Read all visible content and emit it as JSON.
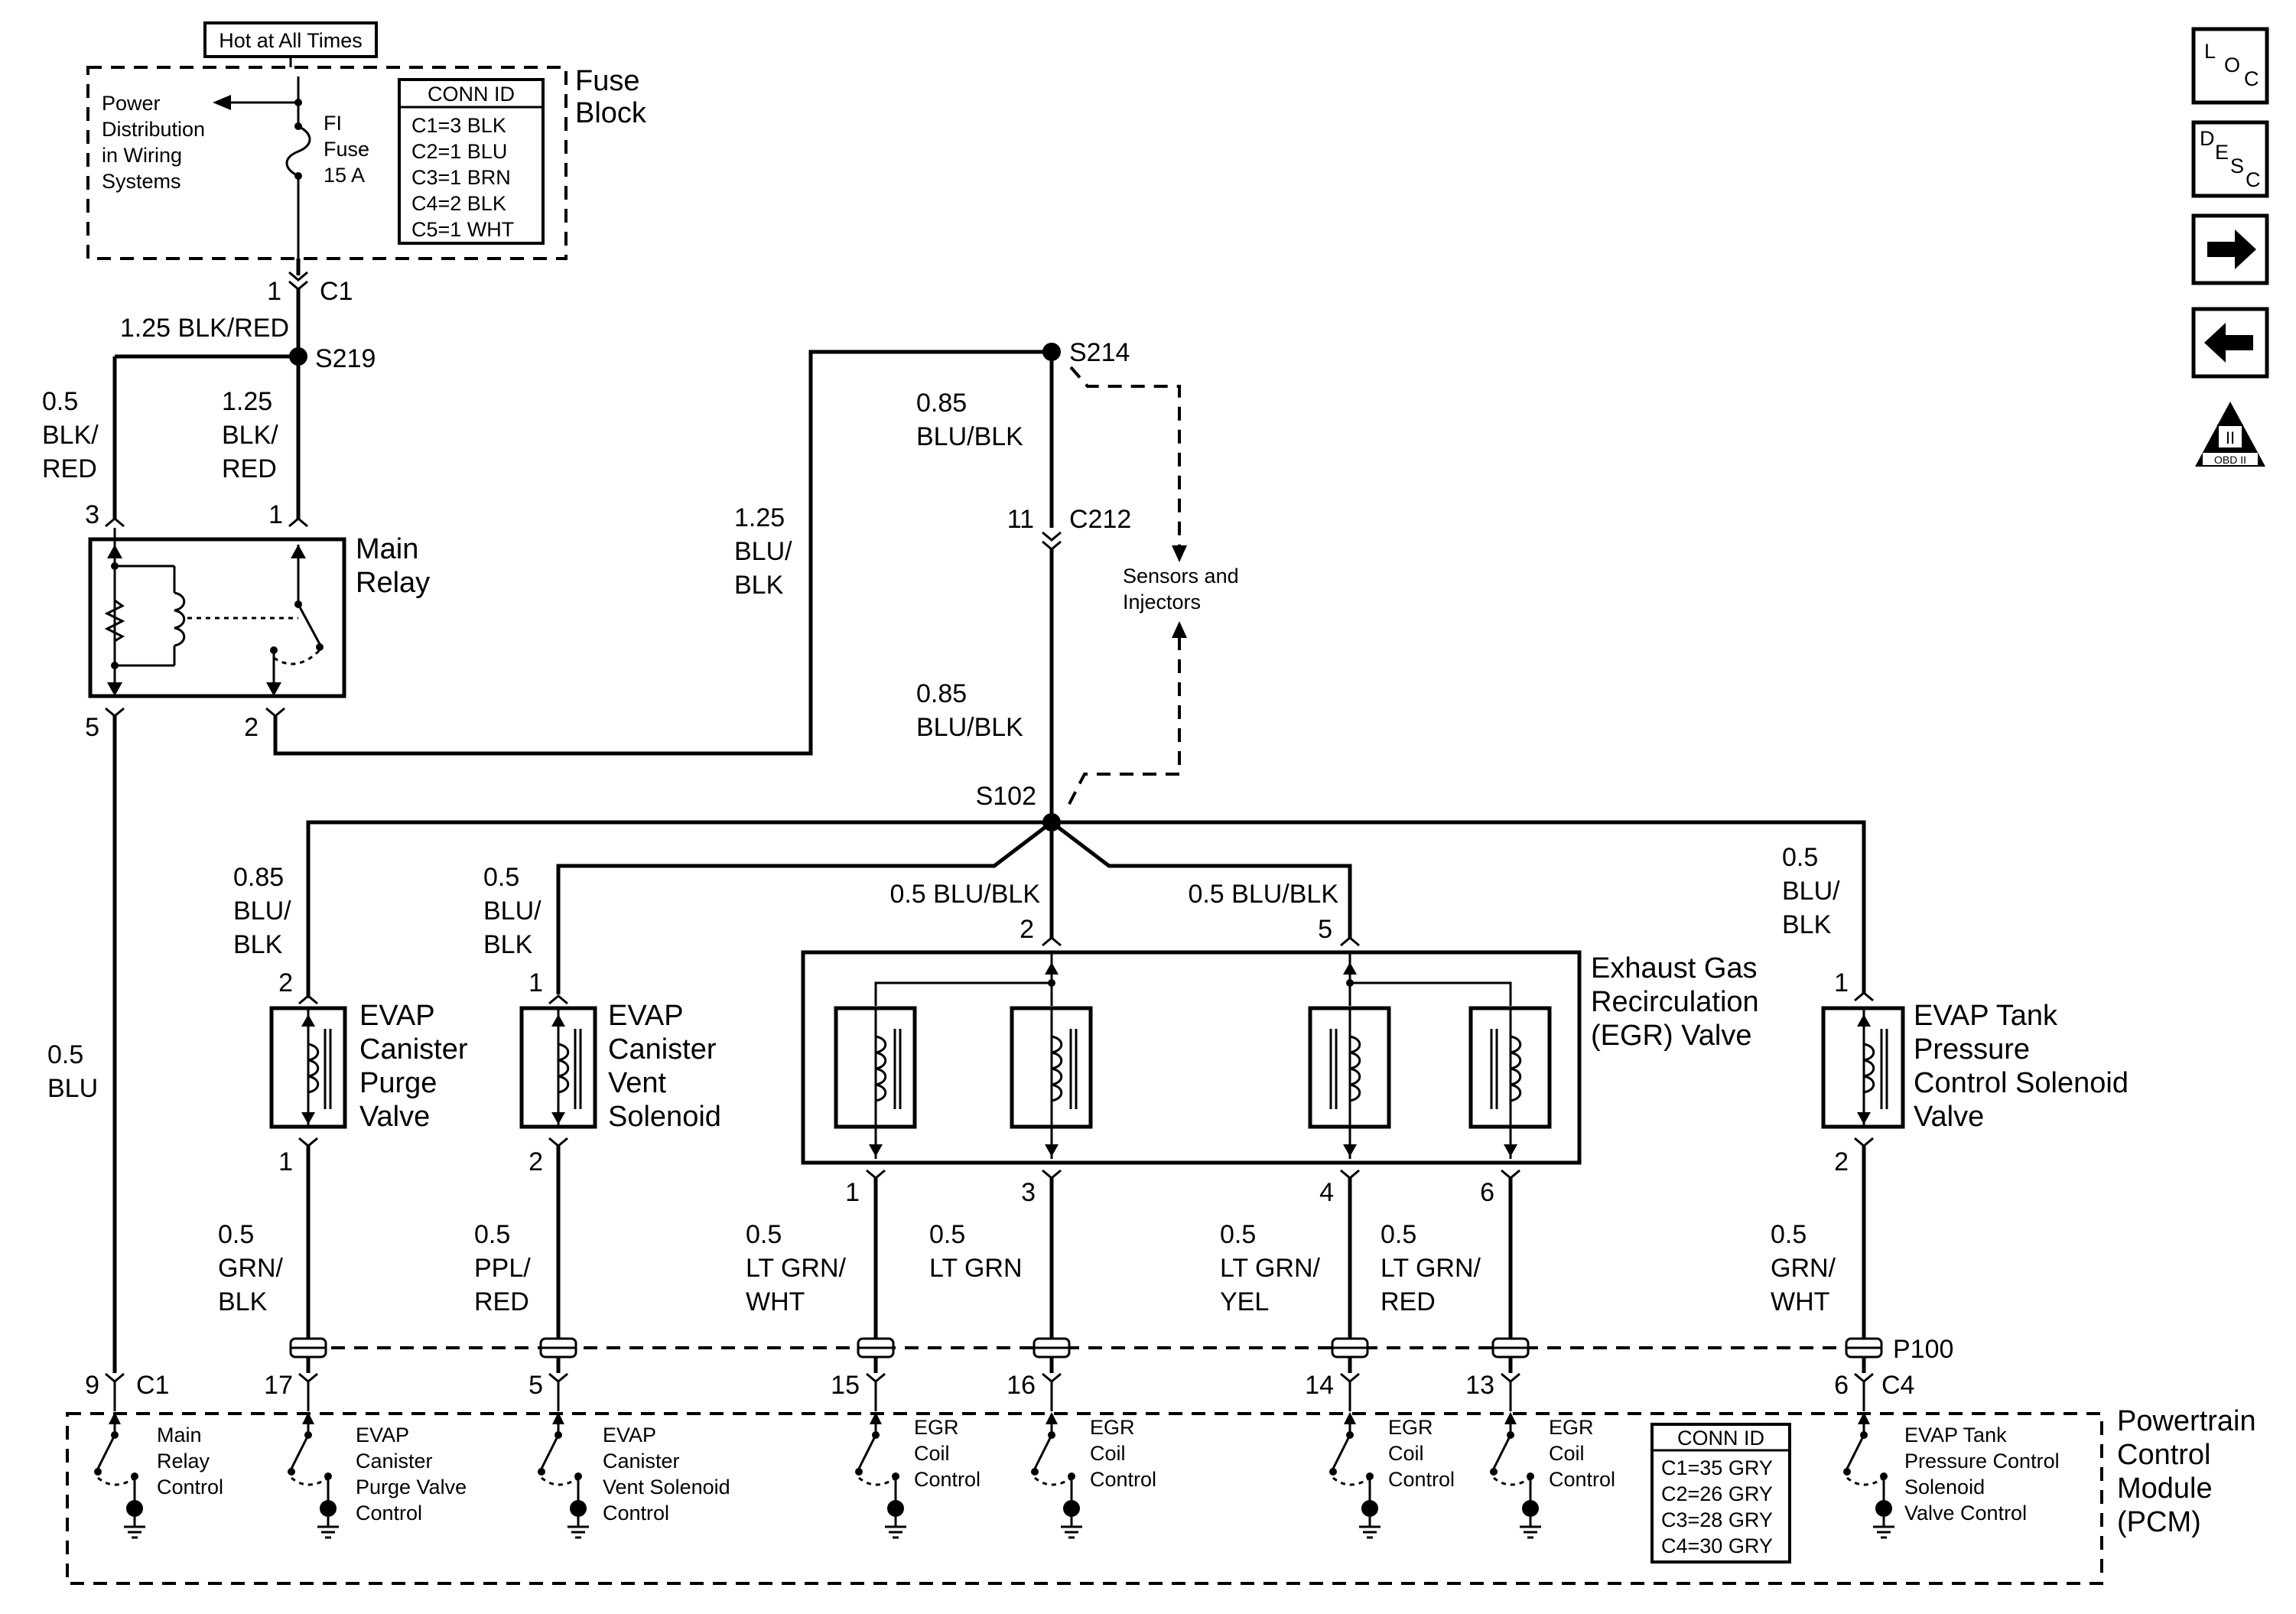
{
  "fuse_block": {
    "hot_label": "Hot at All Times",
    "title_line1": "Fuse",
    "title_line2": "Block",
    "power_dist": [
      "Power",
      "Distribution",
      "in Wiring",
      "Systems"
    ],
    "fuse": [
      "FI",
      "Fuse",
      "15 A"
    ],
    "conn_id_title": "CONN ID",
    "conn_ids": [
      "C1=3 BLK",
      "C2=1 BLU",
      "C3=1 BRN",
      "C4=2 BLK",
      "C5=1 WHT"
    ]
  },
  "pcm": {
    "title": [
      "Powertrain",
      "Control",
      "Module",
      "(PCM)"
    ],
    "conn_id_title": "CONN ID",
    "conn_ids": [
      "C1=35 GRY",
      "C2=26 GRY",
      "C3=28 GRY",
      "C4=30 GRY"
    ],
    "drivers": [
      [
        "Main",
        "Relay",
        "Control"
      ],
      [
        "EVAP",
        "Canister",
        "Purge Valve",
        "Control"
      ],
      [
        "EVAP",
        "Canister",
        "Vent Solenoid",
        "Control"
      ],
      [
        "EGR",
        "Coil",
        "Control"
      ],
      [
        "EGR",
        "Coil",
        "Control"
      ],
      [
        "EGR",
        "Coil",
        "Control"
      ],
      [
        "EGR",
        "Coil",
        "Control"
      ],
      [
        "EVAP Tank",
        "Pressure Control",
        "Solenoid",
        "Valve Control"
      ]
    ],
    "pins": [
      "9",
      "17",
      "5",
      "15",
      "16",
      "14",
      "13",
      "6"
    ],
    "c1": "C1",
    "c4": "C4"
  },
  "connectors": {
    "c1_pin": "1",
    "c1": "C1",
    "c212_pin": "11",
    "c212": "C212",
    "p100": "P100"
  },
  "splices": {
    "s219": "S219",
    "s214": "S214",
    "s102": "S102"
  },
  "main_relay": {
    "title": [
      "Main",
      "Relay"
    ],
    "pin3": "3",
    "pin1": "1",
    "pin5": "5",
    "pin2": "2"
  },
  "wires": {
    "fuse_to_s219": "1.25 BLK/RED",
    "s219_left": [
      "0.5",
      "BLK/",
      "RED"
    ],
    "s219_right": [
      "1.25",
      "BLK/",
      "RED"
    ],
    "relay_to_s214": [
      "1.25",
      "BLU/",
      "BLK"
    ],
    "s214_down": [
      "0.85",
      "BLU/BLK"
    ],
    "c212_down": [
      "0.85",
      "BLU/BLK"
    ],
    "relay5_to_pcm": [
      "0.5",
      "BLU"
    ],
    "to_purge": [
      "0.85",
      "BLU/",
      "BLK"
    ],
    "to_vent": [
      "0.5",
      "BLU/",
      "BLK"
    ],
    "egr2": "0.5 BLU/BLK",
    "egr5": "0.5 BLU/BLK",
    "to_tank": [
      "0.5",
      "BLU/",
      "BLK"
    ],
    "purge_out": [
      "0.5",
      "GRN/",
      "BLK"
    ],
    "vent_out": [
      "0.5",
      "PPL/",
      "RED"
    ],
    "egr1_out": [
      "0.5",
      "LT GRN/",
      "WHT"
    ],
    "egr3_out": [
      "0.5",
      "LT GRN"
    ],
    "egr4_out": [
      "0.5",
      "LT GRN/",
      "YEL"
    ],
    "egr6_out": [
      "0.5",
      "LT GRN/",
      "RED"
    ],
    "tank_out": [
      "0.5",
      "GRN/",
      "WHT"
    ]
  },
  "components": {
    "sensors": [
      "Sensors and",
      "Injectors"
    ],
    "purge": {
      "title": [
        "EVAP",
        "Canister",
        "Purge",
        "Valve"
      ],
      "pin_top": "2",
      "pin_bot": "1"
    },
    "vent": {
      "title": [
        "EVAP",
        "Canister",
        "Vent",
        "Solenoid"
      ],
      "pin_top": "1",
      "pin_bot": "2"
    },
    "egr": {
      "title": [
        "Exhaust Gas",
        "Recirculation",
        "(EGR) Valve"
      ],
      "pins_top": [
        "2",
        "5"
      ],
      "pins_bot": [
        "1",
        "3",
        "4",
        "6"
      ]
    },
    "tank": {
      "title": [
        "EVAP Tank",
        "Pressure",
        "Control Solenoid",
        "Valve"
      ],
      "pin_top": "1",
      "pin_bot": "2"
    }
  },
  "nav_icons": [
    {
      "name": "loc-icon",
      "letters": [
        "L",
        "O",
        "C"
      ]
    },
    {
      "name": "desc-icon",
      "letters": [
        "D",
        "E",
        "S",
        "C"
      ]
    },
    {
      "name": "next-arrow-icon"
    },
    {
      "name": "prev-arrow-icon"
    },
    {
      "name": "obd-ii-icon",
      "text_top": "II",
      "text_bottom": "OBD II"
    }
  ]
}
